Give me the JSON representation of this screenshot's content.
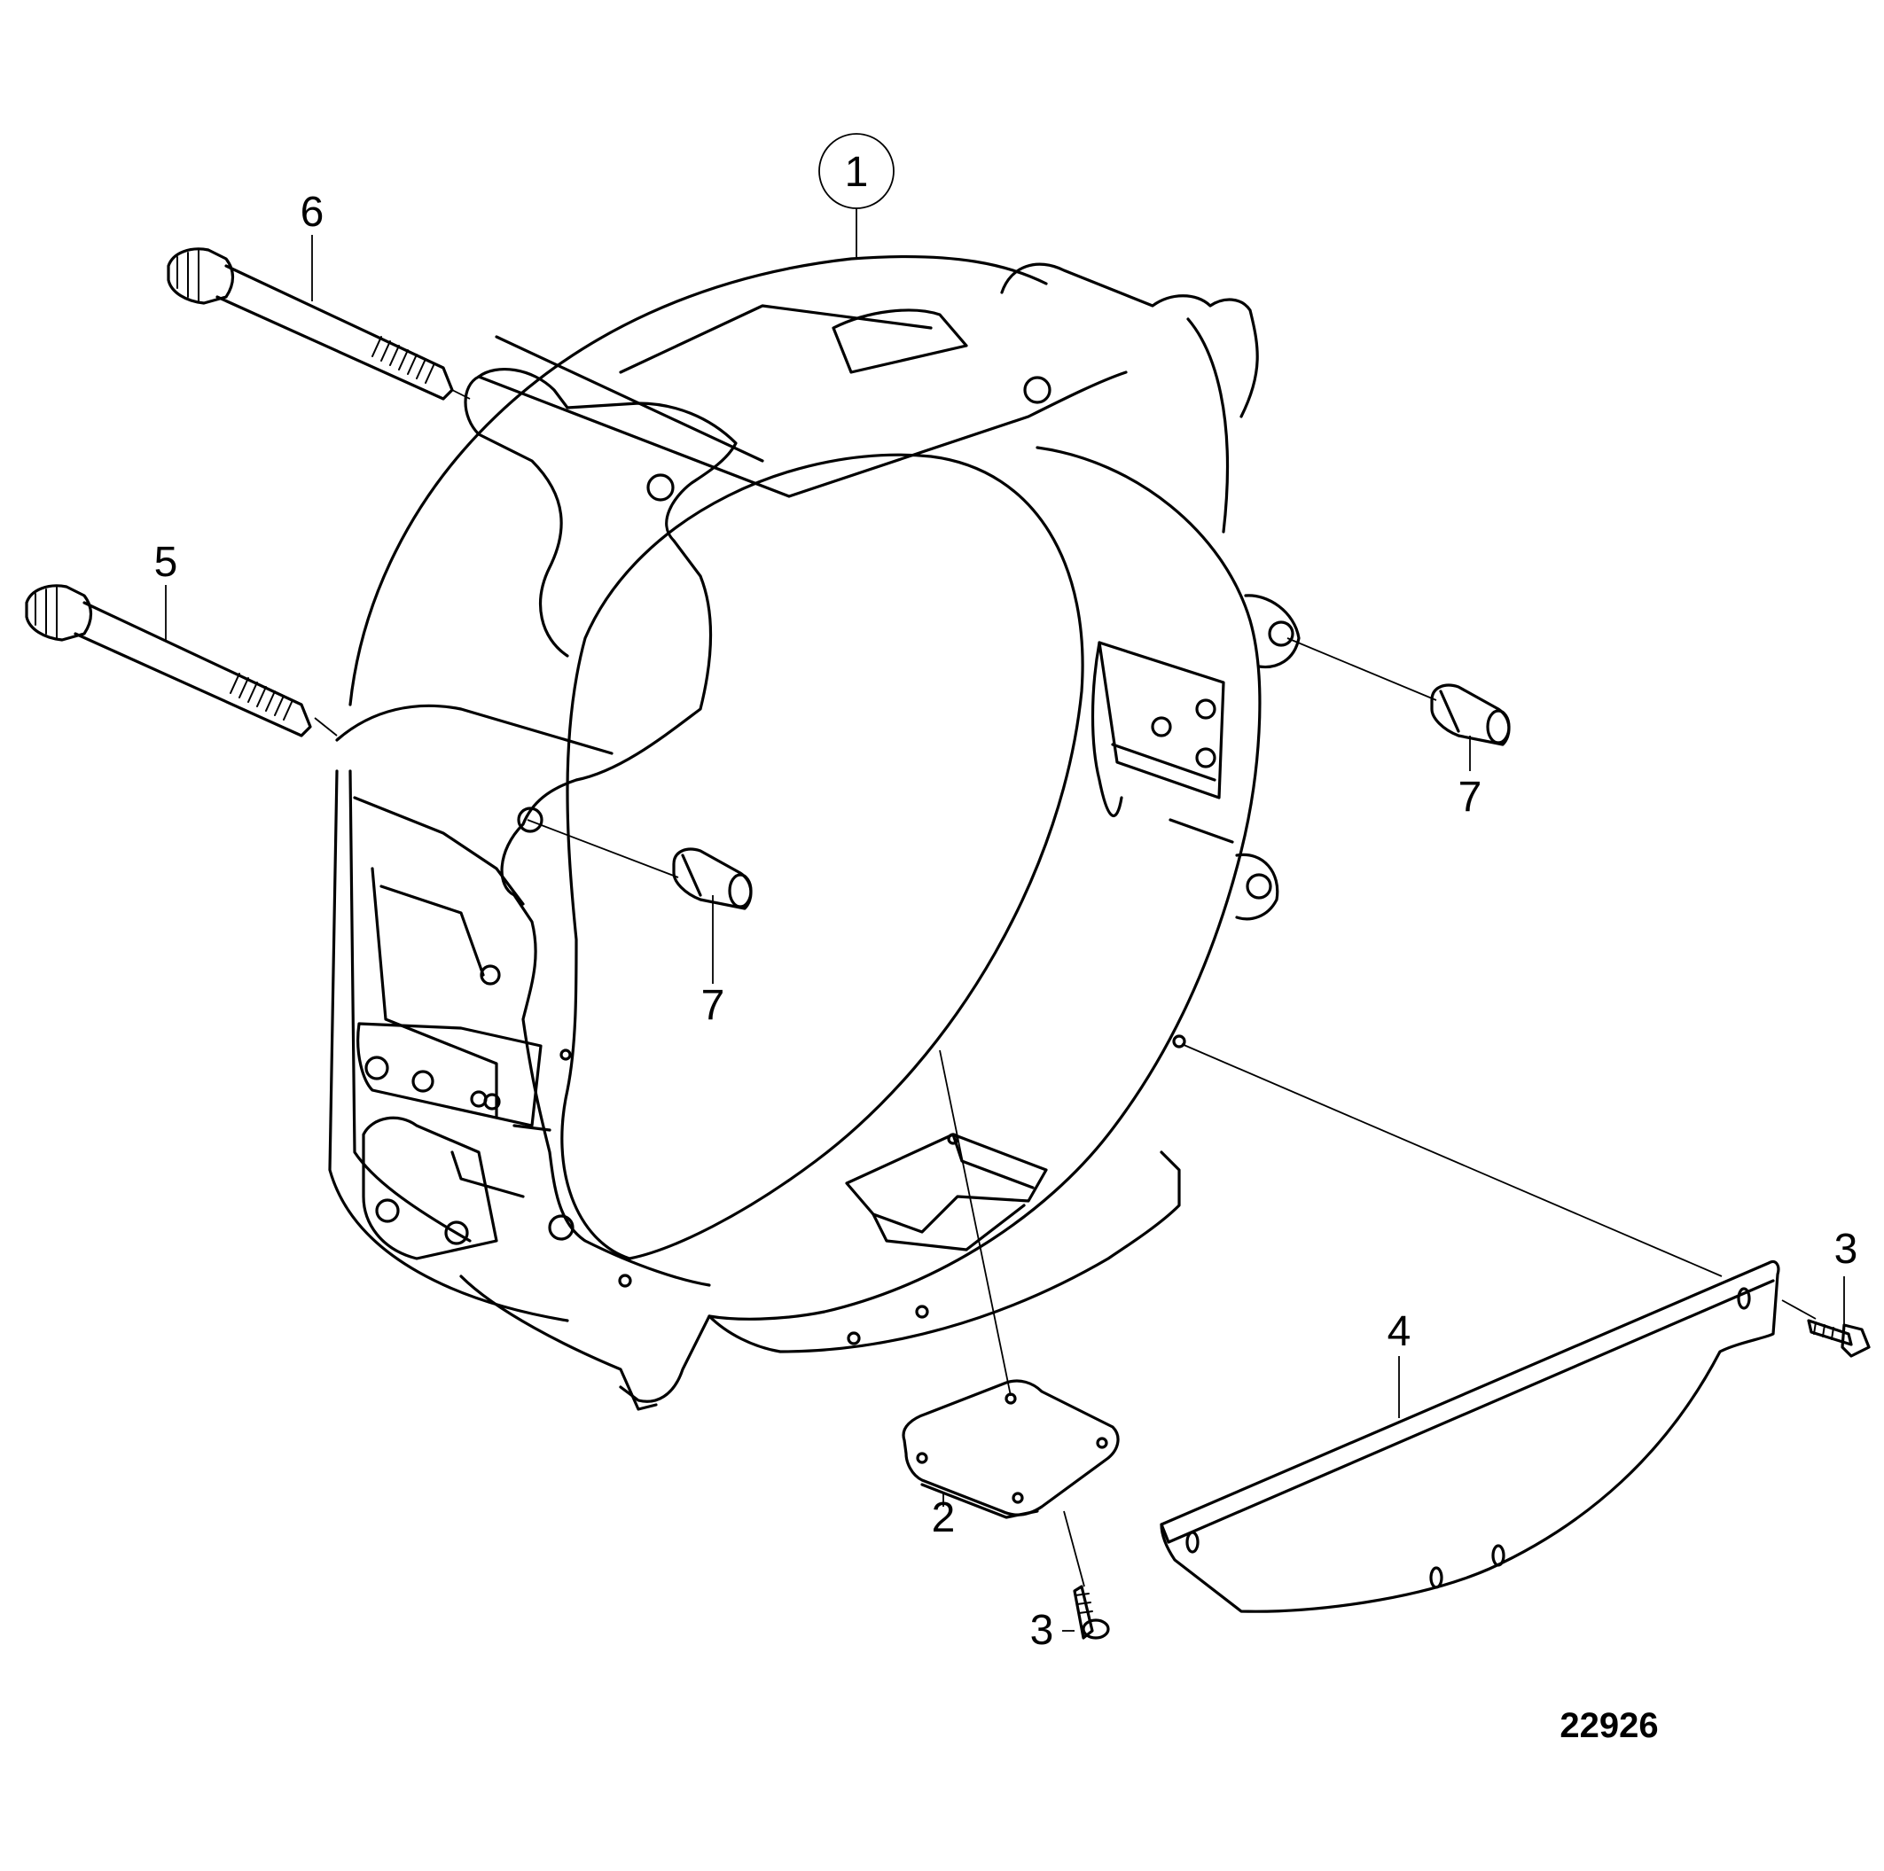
{
  "callouts": [
    {
      "id": "housing",
      "number": "1"
    },
    {
      "id": "cover-plate",
      "number": "2"
    },
    {
      "id": "screw-bottom",
      "number": "3"
    },
    {
      "id": "screw-right",
      "number": "3"
    },
    {
      "id": "guard-plate",
      "number": "4"
    },
    {
      "id": "bolt-lower",
      "number": "5"
    },
    {
      "id": "bolt-upper",
      "number": "6"
    },
    {
      "id": "dowel-center",
      "number": "7"
    },
    {
      "id": "dowel-right",
      "number": "7"
    }
  ],
  "figure_id": "22926",
  "colors": {
    "line": "#000000",
    "background": "#ffffff"
  }
}
